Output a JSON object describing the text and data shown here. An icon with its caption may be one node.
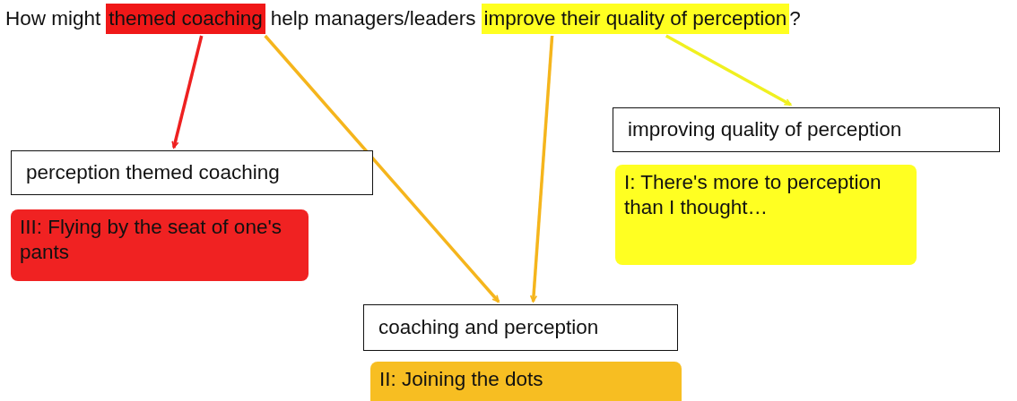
{
  "diagram": {
    "nodes": [
      {
        "text": [
          "themed coaching"
        ]
      },
      {
        "text": [
          "improve their quality of perception"
        ]
      },
      {
        "text": [
          "perception themed coaching"
        ]
      },
      {
        "text": [
          "III: Flying by the seat of one's pants"
        ]
      },
      {
        "text": [
          "improving quality of perception"
        ]
      },
      {
        "text": [
          "I: There's more to perception than I thought…"
        ]
      },
      {
        "text": [
          "coaching and perception"
        ]
      },
      {
        "text": [
          "II: Joining the dots"
        ]
      }
    ],
    "edges": [
      {
        "from": 0,
        "to": 2,
        "arrow": "to",
        "color": "#ee2020"
      },
      {
        "from": 0,
        "to": 6,
        "arrow": "to"
      },
      {
        "from": 1,
        "to": 6,
        "arrow": "to"
      },
      {
        "from": 1,
        "to": 4,
        "arrow": "to",
        "color": "#f0f020"
      }
    ],
    "labels": [
      "How might",
      "help managers/leaders",
      "?"
    ]
  }
}
